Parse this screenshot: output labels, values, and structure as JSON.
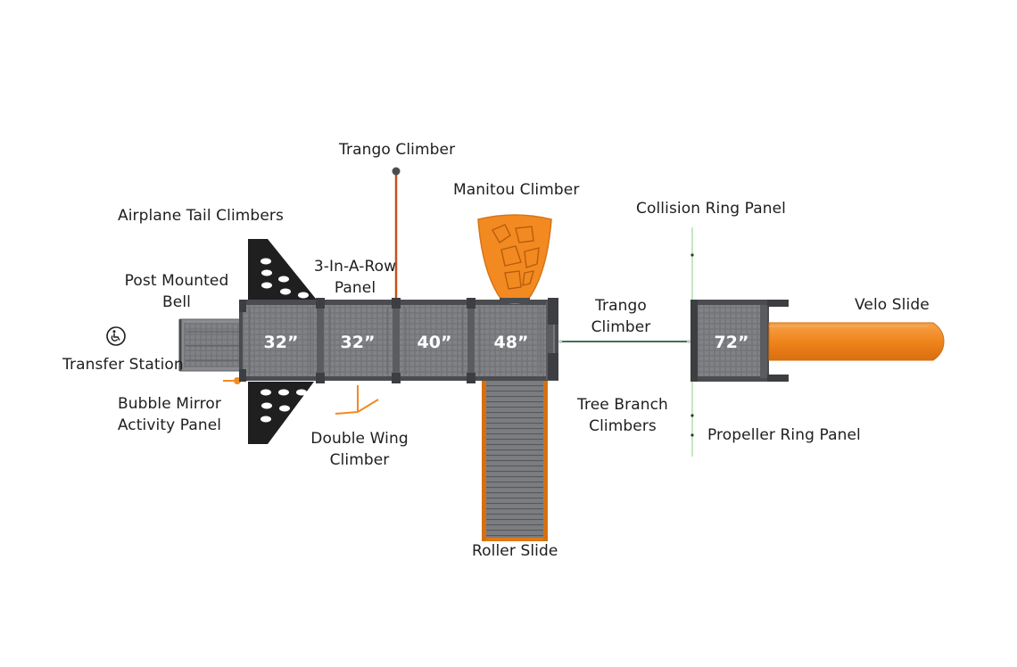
{
  "labels": {
    "trango_climber_top": "Trango Climber",
    "manitou_climber": "Manitou Climber",
    "airplane_tail_climbers": "Airplane Tail Climbers",
    "collision_ring_panel": "Collision Ring Panel",
    "post_mounted_bell": [
      "Post Mounted",
      "Bell"
    ],
    "three_in_a_row_panel": [
      "3-In-A-Row",
      "Panel"
    ],
    "trango_climber_mid": [
      "Trango",
      "Climber"
    ],
    "velo_slide": "Velo Slide",
    "transfer_station": "Transfer Station",
    "bubble_mirror_activity_panel": [
      "Bubble Mirror",
      "Activity Panel"
    ],
    "tree_branch_climbers": [
      "Tree Branch",
      "Climbers"
    ],
    "double_wing_climber": [
      "Double Wing",
      "Climber"
    ],
    "propeller_ring_panel": "Propeller Ring Panel",
    "roller_slide": "Roller Slide"
  },
  "decks": [
    "32”",
    "32”",
    "40”",
    "48”",
    "72”"
  ],
  "colors": {
    "orange": "#f28a21",
    "deck_gray": "#7d7f82",
    "dark_gray": "#4a4c50",
    "black": "#1f1f1f",
    "glow_green": "#a8e6a0"
  },
  "icons": {
    "accessibility": "wheelchair-accessibility-icon"
  }
}
